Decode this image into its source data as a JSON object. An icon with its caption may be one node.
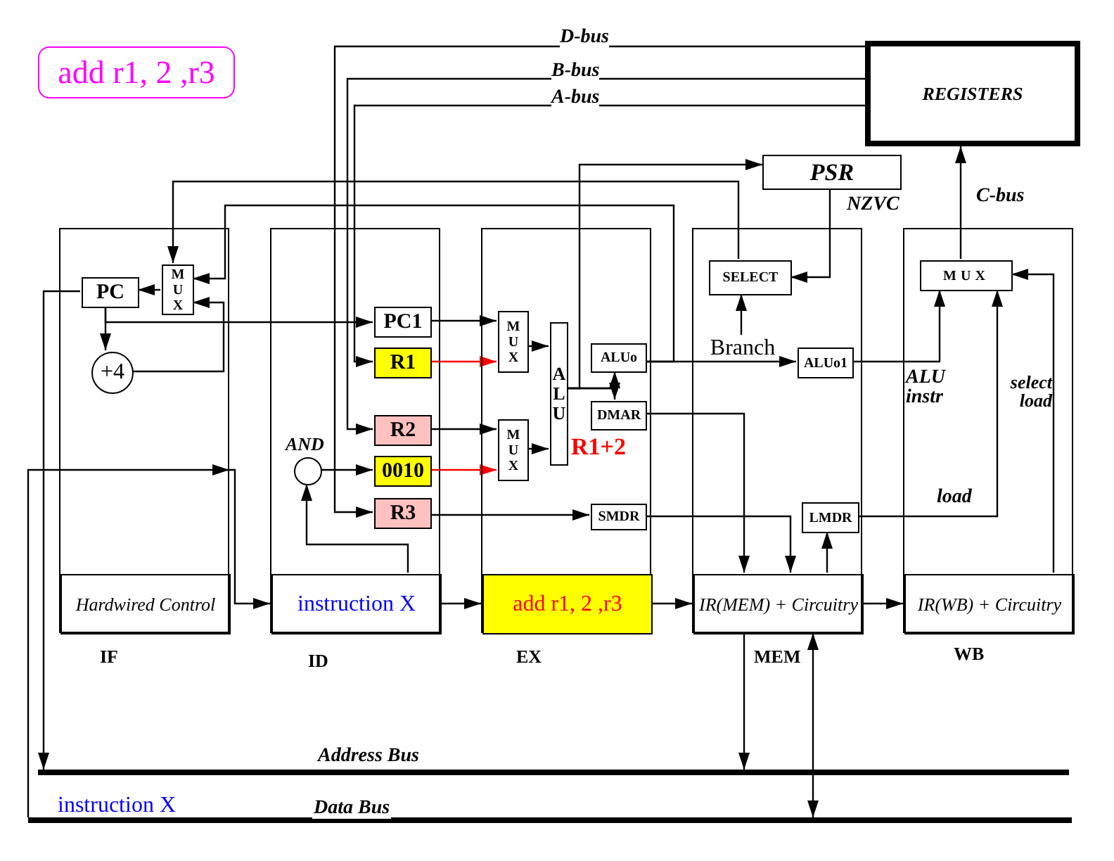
{
  "diagram": {
    "nodes": [
      {
        "text": [
          "add r1, 2 ,r3"
        ]
      },
      {
        "text": [
          "REGISTERS"
        ]
      },
      {
        "text": [
          "PSR"
        ]
      },
      {
        "text": [],
        "shape": "box",
        "beside": [
          "IF"
        ]
      },
      {
        "text": [
          "MUX"
        ],
        "in": 3
      },
      {
        "text": [
          "PC"
        ],
        "in": 3
      },
      {
        "text": [
          "+4"
        ],
        "in": 3
      },
      {
        "text": [
          "Hardwired Control"
        ],
        "in": 3
      },
      {
        "text": [],
        "shape": "box",
        "beside": [
          "ID"
        ]
      },
      {
        "text": [
          "PC1"
        ],
        "in": 8
      },
      {
        "text": [
          "R1"
        ],
        "in": 8
      },
      {
        "text": [
          "R2"
        ],
        "in": 8
      },
      {
        "text": [],
        "shape": "circle",
        "beside": [
          "AND"
        ],
        "in": 8
      },
      {
        "text": [
          "0010"
        ],
        "in": 8
      },
      {
        "text": [
          "R3"
        ],
        "in": 8
      },
      {
        "text": [
          "instruction X"
        ],
        "in": 8
      },
      {
        "text": [],
        "shape": "box",
        "beside": [
          "EX"
        ]
      },
      {
        "text": [
          "MUX"
        ],
        "in": 16
      },
      {
        "text": [
          "MUX"
        ],
        "in": 16
      },
      {
        "text": [
          "ALU"
        ],
        "in": 16
      },
      {
        "text": [
          "ALUo"
        ],
        "in": 16
      },
      {
        "text": [
          "DMAR"
        ],
        "in": 16
      },
      {
        "text": [
          "SMDR"
        ],
        "in": 16
      },
      {
        "text": [
          "add r1, 2 ,r3"
        ],
        "in": 16
      },
      {
        "text": [],
        "shape": "box",
        "beside": [
          "MEM"
        ]
      },
      {
        "text": [
          "SELECT"
        ],
        "in": 24
      },
      {
        "text": [
          "Branch"
        ],
        "in": 24
      },
      {
        "text": [
          "ALUo1"
        ],
        "in": 24
      },
      {
        "text": [
          "LMDR"
        ],
        "in": 24
      },
      {
        "text": [
          "IR(MEM) + Circuitry"
        ],
        "in": 24
      },
      {
        "text": [],
        "shape": "box",
        "beside": [
          "WB"
        ]
      },
      {
        "text": [
          "MUX"
        ],
        "in": 30
      },
      {
        "text": [
          "IR(WB) + Circuitry"
        ],
        "in": 30
      },
      {
        "text": [],
        "shape": "bar",
        "beside": [
          "Address Bus"
        ]
      },
      {
        "text": [],
        "shape": "bar",
        "beside": [
          "Data Bus"
        ]
      }
    ],
    "edges": [
      {
        "from": 1,
        "to": 10,
        "arrow": "to",
        "label": "A-bus"
      },
      {
        "from": 1,
        "to": 11,
        "arrow": "to",
        "label": "B-bus"
      },
      {
        "from": 1,
        "to": 14,
        "arrow": "to",
        "label": "D-bus"
      },
      {
        "from": 25,
        "to": 4,
        "arrow": "to"
      },
      {
        "from": 20,
        "to": 4,
        "arrow": "to"
      },
      {
        "from": 19,
        "to": 2,
        "arrow": "to"
      },
      {
        "from": 2,
        "to": 25,
        "arrow": "to",
        "label": "NZVC"
      },
      {
        "from": 26,
        "to": 25,
        "arrow": "to"
      },
      {
        "from": 20,
        "to": 27,
        "arrow": "to"
      },
      {
        "from": 27,
        "to": 31,
        "arrow": "to",
        "label": "ALU instr"
      },
      {
        "from": 28,
        "to": 31,
        "arrow": "to",
        "label": "load"
      },
      {
        "from": 32,
        "to": 31,
        "arrow": "to",
        "label": "select load"
      },
      {
        "from": 31,
        "to": 1,
        "arrow": "to",
        "label": "C-bus"
      },
      {
        "from": 4,
        "to": 5,
        "arrow": "to"
      },
      {
        "from": 5,
        "to": 6,
        "arrow": "to"
      },
      {
        "from": 6,
        "to": 4,
        "arrow": "to"
      },
      {
        "from": 5,
        "to": 9,
        "arrow": "to"
      },
      {
        "from": 5,
        "to": 33,
        "arrow": "to"
      },
      {
        "from": 34,
        "to": 3,
        "arrow": "to"
      },
      {
        "from": 3,
        "to": 15,
        "arrow": "to"
      },
      {
        "from": 15,
        "to": 12,
        "arrow": "to"
      },
      {
        "from": 12,
        "to": 13,
        "arrow": "to"
      },
      {
        "from": 9,
        "to": 17,
        "arrow": "to"
      },
      {
        "from": 10,
        "to": 17,
        "arrow": "to",
        "color": "#ff0000"
      },
      {
        "from": 11,
        "to": 18,
        "arrow": "to"
      },
      {
        "from": 13,
        "to": 18,
        "arrow": "to",
        "color": "#ff0000"
      },
      {
        "from": 17,
        "to": 19,
        "arrow": "to"
      },
      {
        "from": 18,
        "to": 19,
        "arrow": "to"
      },
      {
        "from": 19,
        "to": 20,
        "arrow": "to"
      },
      {
        "from": 19,
        "to": 21,
        "arrow": "to"
      },
      {
        "from": 14,
        "to": 22,
        "arrow": "to"
      },
      {
        "from": 21,
        "to": 29,
        "arrow": "to"
      },
      {
        "from": 22,
        "to": 29,
        "arrow": "to"
      },
      {
        "from": 29,
        "to": 28,
        "arrow": "to"
      },
      {
        "from": 15,
        "to": 23,
        "arrow": "to"
      },
      {
        "from": 23,
        "to": 29,
        "arrow": "to"
      },
      {
        "from": 29,
        "to": 32,
        "arrow": "to"
      },
      {
        "from": 29,
        "to": 33,
        "arrow": "to"
      },
      {
        "from": 29,
        "to": 34,
        "arrow": "both"
      }
    ],
    "labels": [
      "R1+2",
      "instruction X"
    ]
  }
}
